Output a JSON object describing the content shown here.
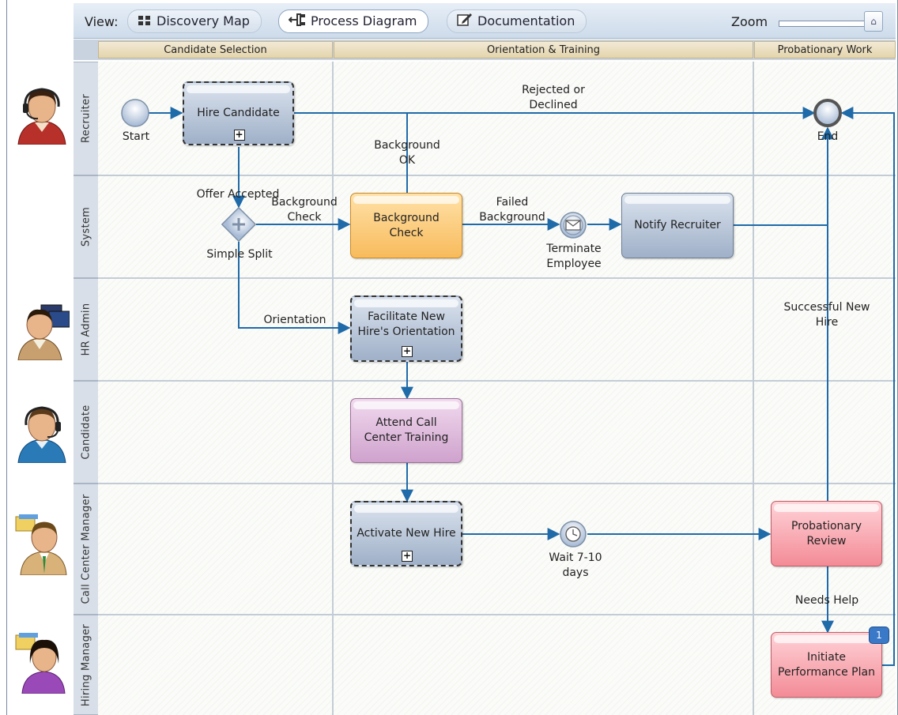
{
  "toolbar": {
    "view_label": "View:",
    "tabs": [
      {
        "label": "Discovery Map",
        "icon": "grid-icon",
        "active": false
      },
      {
        "label": "Process Diagram",
        "icon": "process-diagram-icon",
        "active": true
      },
      {
        "label": "Documentation",
        "icon": "documentation-edit-icon",
        "active": false
      }
    ],
    "zoom_label": "Zoom"
  },
  "phases": [
    "Candidate Selection",
    "Orientation & Training",
    "Probationary Work"
  ],
  "lanes": [
    "Recruiter",
    "System",
    "HR Admin",
    "Candidate",
    "Call Center Manager",
    "Hiring Manager"
  ],
  "tasks": {
    "hire_candidate": "Hire Candidate",
    "background_check": "Background Check",
    "notify_recruiter": "Notify Recruiter",
    "facilitate_orientation": "Facilitate New Hire's Orientation",
    "attend_training": "Attend Call Center Training",
    "activate_new_hire": "Activate New Hire",
    "probationary_review": "Probationary Review",
    "initiate_plan": "Initiate Performance Plan"
  },
  "events": {
    "start": "Start",
    "end": "End",
    "terminate": "Terminate Employee",
    "wait": "Wait 7-10 days"
  },
  "gateway": "Simple Split",
  "flow_labels": {
    "rejected": "Rejected or Declined",
    "background_ok": "Background OK",
    "offer_accepted": "Offer Accepted",
    "background_check_flow": "Background Check",
    "failed_background": "Failed Background",
    "orientation": "Orientation",
    "successful_hire": "Successful New Hire",
    "needs_help": "Needs Help"
  },
  "badge_count": "1",
  "colors": {
    "task_blue": "#9fb0c8",
    "task_orange": "#f8bb5c",
    "task_purple": "#cfa2cd",
    "task_red": "#f38b96",
    "flow_line": "#1f6aa8"
  }
}
